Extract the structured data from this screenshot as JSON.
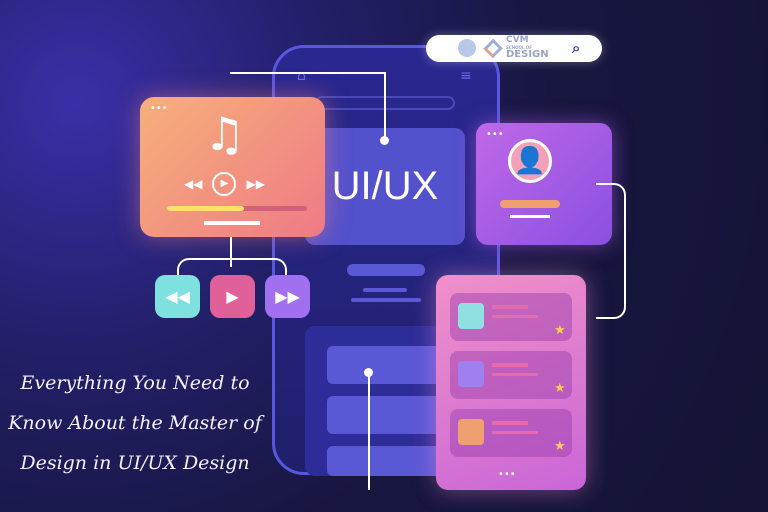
{
  "logo": {
    "brand": "CVM",
    "sub": "SCHOOL OF",
    "name": "DESIGN"
  },
  "search": {
    "icon": "search-icon"
  },
  "card": {
    "label": "UI/UX"
  },
  "title": {
    "lines": [
      "Everything You Need to",
      "Know About the Master of",
      "Design in UI/UX Design"
    ]
  },
  "colors": {
    "background": "#17163f",
    "phone": "#5a56e0",
    "music_card": "#f7b07a",
    "profile_card": "#c068e8",
    "list_card": "#f190c8"
  },
  "media": {
    "icons": [
      "music-note-icon",
      "rewind-icon",
      "play-icon",
      "forward-icon"
    ],
    "progress": 0.55
  }
}
